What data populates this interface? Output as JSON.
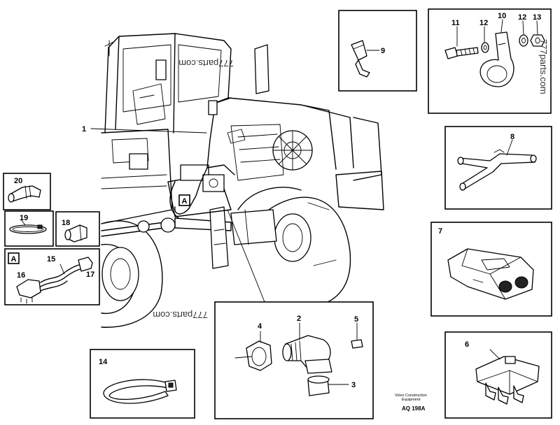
{
  "callouts": {
    "n1": "1",
    "n2": "2",
    "n3": "3",
    "n4": "4",
    "n5": "5",
    "n6": "6",
    "n7": "7",
    "n8": "8",
    "n9": "9",
    "n10": "10",
    "n11": "11",
    "n12": "12",
    "n13": "13",
    "n14": "14",
    "n15": "15",
    "n16": "16",
    "n17": "17",
    "n18": "18",
    "n19": "19",
    "n20": "20"
  },
  "detail_label": "A",
  "watermark": "777parts.com",
  "footer": {
    "company_line1": "Volvo Construction",
    "company_line2": "Equipment",
    "reference": "AQ 198A"
  }
}
